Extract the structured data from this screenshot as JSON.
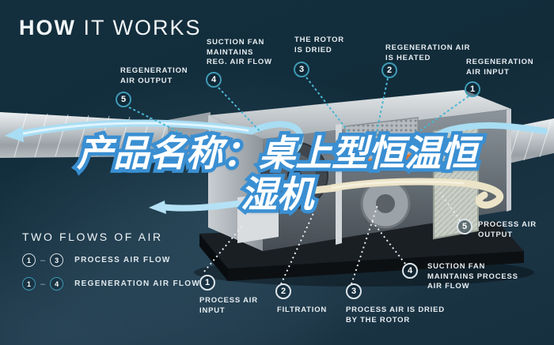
{
  "header": {
    "title_bold": "HOW",
    "title_light": "IT WORKS"
  },
  "overlay": {
    "product_text_line1": "产品名称：桌上型恒温恒",
    "product_text_line2": "湿机"
  },
  "regeneration_labels": [
    {
      "num": "5",
      "text": "REGENERATION\nAIR OUTPUT"
    },
    {
      "num": "4",
      "text": "SUCTION FAN\nMAINTAINS\nREG. AIR FLOW"
    },
    {
      "num": "3",
      "text": "THE ROTOR\nIS DRIED"
    },
    {
      "num": "2",
      "text": "REGENERATION AIR\nIS HEATED"
    },
    {
      "num": "1",
      "text": "REGENERATION\nAIR INPUT"
    }
  ],
  "process_labels": [
    {
      "num": "1",
      "text": "PROCESS AIR\nINPUT"
    },
    {
      "num": "2",
      "text": "FILTRATION"
    },
    {
      "num": "3",
      "text": "PROCESS AIR IS DRIED\nBY THE ROTOR"
    },
    {
      "num": "4",
      "text": "SUCTION FAN\nMAINTAINS PROCESS\nAIR FLOW"
    },
    {
      "num": "5",
      "text": "PROCESS AIR\nOUTPUT"
    }
  ],
  "legend": {
    "heading": "TWO FLOWS OF AIR",
    "items": [
      {
        "from": "1",
        "dash": "–",
        "to": "3",
        "label": "PROCESS AIR FLOW",
        "style": "process"
      },
      {
        "from": "1",
        "dash": "–",
        "to": "4",
        "label": "REGENERATION AIR FLOW",
        "style": "regeneration"
      }
    ]
  },
  "colors": {
    "background": "#14303f",
    "regeneration_accent": "#3f9ab5",
    "process_accent": "#dde5ea",
    "overlay_text_fill": "#ffffff",
    "overlay_text_outline": "#3a8fd2",
    "heater_orange": "#e6762a",
    "regeneration_ribbon": "#a8ddf3",
    "process_ribbon": "#ece4c8"
  }
}
